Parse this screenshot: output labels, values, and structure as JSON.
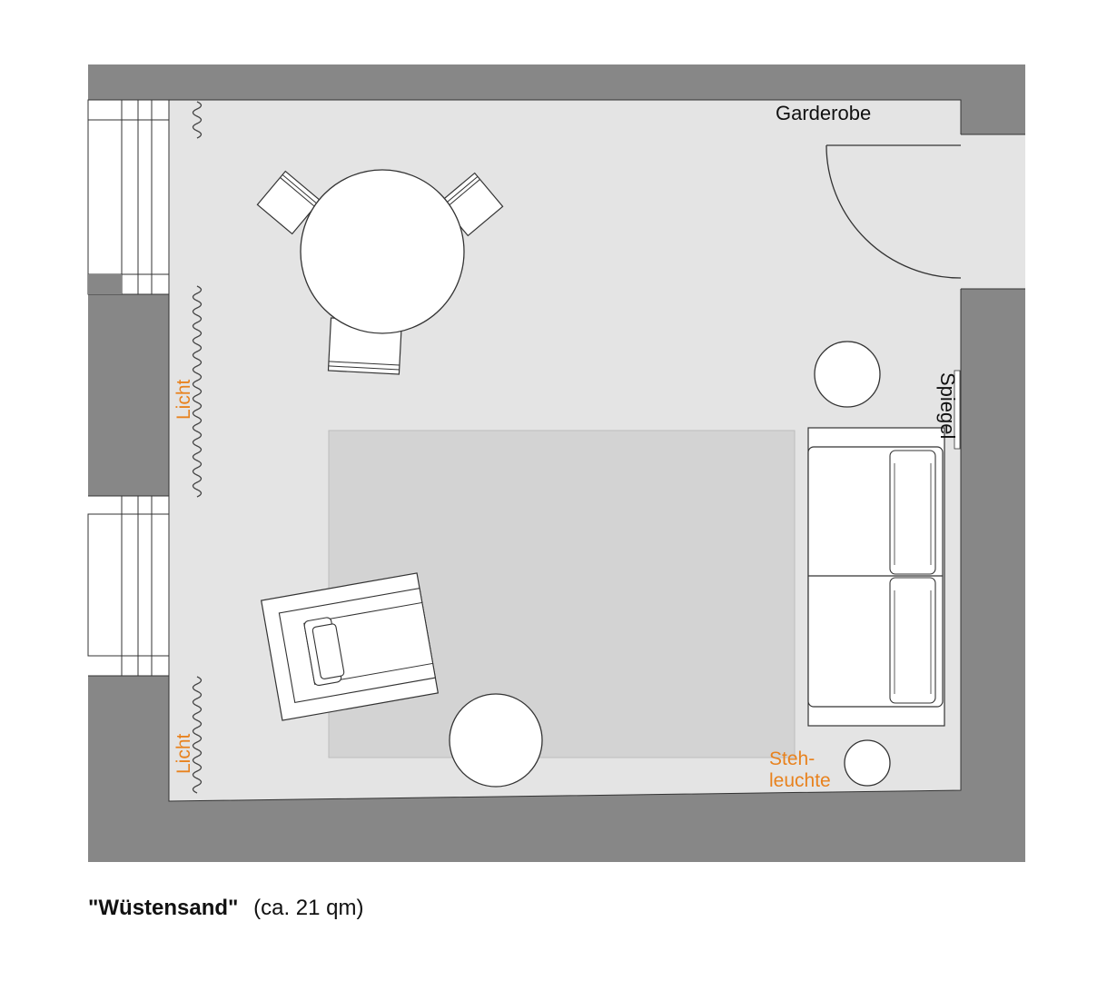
{
  "labels": {
    "garderobe": "Garderobe",
    "spiegel": "Spiegel",
    "licht_upper": "Licht",
    "licht_lower": "Licht",
    "stehleuchte_line1": "Steh-",
    "stehleuchte_line2": "leuchte"
  },
  "caption": {
    "name": "\"Wüstensand\"",
    "area": "(ca. 21 qm)"
  },
  "colors": {
    "wall": "#878787",
    "floor": "#e4e4e4",
    "rug": "#d3d3d3",
    "furniture": "#ffffff",
    "accent": "#e8821e"
  }
}
